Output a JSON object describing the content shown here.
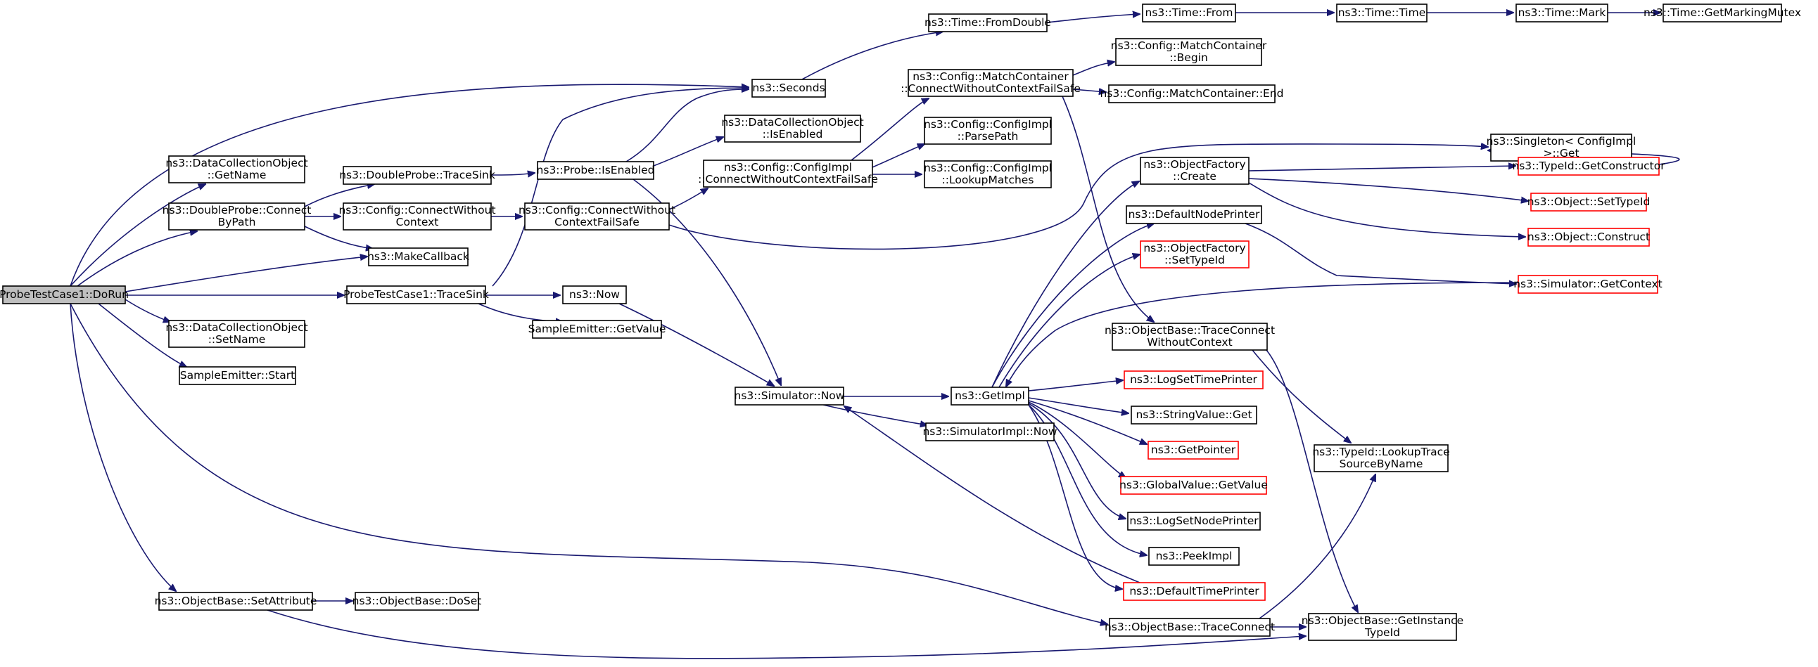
{
  "colors": {
    "edge": "#191970",
    "node_border": "#000000",
    "node_fill": "#ffffff",
    "root_fill": "#bfbfbf",
    "truncated_border": "#ff0000"
  },
  "nodes": [
    {
      "id": "dorun",
      "lines": [
        "ProbeTestCase1::DoRun"
      ],
      "style": "root"
    },
    {
      "id": "seconds",
      "lines": [
        "ns3::Seconds"
      ]
    },
    {
      "id": "dco_getname",
      "lines": [
        "ns3::DataCollectionObject",
        "::GetName"
      ]
    },
    {
      "id": "dp_connect",
      "lines": [
        "ns3::DoubleProbe::Connect",
        "ByPath"
      ]
    },
    {
      "id": "makecallback",
      "lines": [
        "ns3::MakeCallback"
      ]
    },
    {
      "id": "ptc_tracesink",
      "lines": [
        "ProbeTestCase1::TraceSink"
      ]
    },
    {
      "id": "dco_setname",
      "lines": [
        "ns3::DataCollectionObject",
        "::SetName"
      ]
    },
    {
      "id": "se_start",
      "lines": [
        "SampleEmitter::Start"
      ]
    },
    {
      "id": "ob_setattr",
      "lines": [
        "ns3::ObjectBase::SetAttribute"
      ]
    },
    {
      "id": "ob_traceconnect",
      "lines": [
        "ns3::ObjectBase::TraceConnect"
      ]
    },
    {
      "id": "dp_tracesink",
      "lines": [
        "ns3::DoubleProbe::TraceSink"
      ]
    },
    {
      "id": "cfg_cwc",
      "lines": [
        "ns3::Config::ConnectWithout",
        "Context"
      ]
    },
    {
      "id": "probe_isenabled",
      "lines": [
        "ns3::Probe::IsEnabled"
      ]
    },
    {
      "id": "cfg_cwcfs",
      "lines": [
        "ns3::Config::ConnectWithout",
        "ContextFailSafe"
      ]
    },
    {
      "id": "singleton_get",
      "lines": [
        "ns3::Singleton< ConfigImpl",
        " >::Get"
      ]
    },
    {
      "id": "cfgimpl_cwcfs",
      "lines": [
        "ns3::Config::ConfigImpl",
        "::ConnectWithoutContextFailSafe"
      ]
    },
    {
      "id": "mc_cwcfs",
      "lines": [
        "ns3::Config::MatchContainer",
        "::ConnectWithoutContextFailSafe"
      ]
    },
    {
      "id": "cfgimpl_parsepath",
      "lines": [
        "ns3::Config::ConfigImpl",
        "::ParsePath"
      ]
    },
    {
      "id": "cfgimpl_lookup",
      "lines": [
        "ns3::Config::ConfigImpl",
        "::LookupMatches"
      ]
    },
    {
      "id": "mc_begin",
      "lines": [
        "ns3::Config::MatchContainer",
        "::Begin"
      ]
    },
    {
      "id": "mc_end",
      "lines": [
        "ns3::Config::MatchContainer::End"
      ]
    },
    {
      "id": "ob_tcwc",
      "lines": [
        "ns3::ObjectBase::TraceConnect",
        "WithoutContext"
      ]
    },
    {
      "id": "typeid_lookup",
      "lines": [
        "ns3::TypeId::LookupTrace",
        "SourceByName"
      ]
    },
    {
      "id": "ob_getinstance",
      "lines": [
        "ns3::ObjectBase::GetInstance",
        "TypeId"
      ]
    },
    {
      "id": "ob_doset",
      "lines": [
        "ns3::ObjectBase::DoSet"
      ]
    },
    {
      "id": "dco_isenabled",
      "lines": [
        "ns3::DataCollectionObject",
        "::IsEnabled"
      ]
    },
    {
      "id": "now",
      "lines": [
        "ns3::Now"
      ]
    },
    {
      "id": "se_getvalue",
      "lines": [
        "SampleEmitter::GetValue"
      ]
    },
    {
      "id": "sim_now",
      "lines": [
        "ns3::Simulator::Now"
      ]
    },
    {
      "id": "time_fromdouble",
      "lines": [
        "ns3::Time::FromDouble"
      ]
    },
    {
      "id": "time_from",
      "lines": [
        "ns3::Time::From"
      ]
    },
    {
      "id": "time_time",
      "lines": [
        "ns3::Time::Time"
      ]
    },
    {
      "id": "time_mark",
      "lines": [
        "ns3::Time::Mark"
      ]
    },
    {
      "id": "time_getmutex",
      "lines": [
        "ns3::Time::GetMarkingMutex"
      ]
    },
    {
      "id": "getimpl",
      "lines": [
        "ns3::GetImpl"
      ]
    },
    {
      "id": "simimpl_now",
      "lines": [
        "ns3::SimulatorImpl::Now"
      ]
    },
    {
      "id": "of_create",
      "lines": [
        "ns3::ObjectFactory",
        "::Create"
      ]
    },
    {
      "id": "defaultnodeprinter",
      "lines": [
        "ns3::DefaultNodePrinter"
      ]
    },
    {
      "id": "of_settypeid",
      "lines": [
        "ns3::ObjectFactory",
        "::SetTypeId"
      ],
      "style": "truncated"
    },
    {
      "id": "logsettimeprinter",
      "lines": [
        "ns3::LogSetTimePrinter"
      ],
      "style": "truncated"
    },
    {
      "id": "stringvalue_get",
      "lines": [
        "ns3::StringValue::Get"
      ]
    },
    {
      "id": "getpointer",
      "lines": [
        "ns3::GetPointer"
      ],
      "style": "truncated"
    },
    {
      "id": "gv_getvalue",
      "lines": [
        "ns3::GlobalValue::GetValue"
      ],
      "style": "truncated"
    },
    {
      "id": "logsetnodeprinter",
      "lines": [
        "ns3::LogSetNodePrinter"
      ]
    },
    {
      "id": "peekimpl",
      "lines": [
        "ns3::PeekImpl"
      ]
    },
    {
      "id": "defaulttimeprinter",
      "lines": [
        "ns3::DefaultTimePrinter"
      ],
      "style": "truncated"
    },
    {
      "id": "typeid_getctor",
      "lines": [
        "ns3::TypeId::GetConstructor"
      ],
      "style": "truncated"
    },
    {
      "id": "object_settypeid",
      "lines": [
        "ns3::Object::SetTypeId"
      ],
      "style": "truncated"
    },
    {
      "id": "object_construct",
      "lines": [
        "ns3::Object::Construct"
      ],
      "style": "truncated"
    },
    {
      "id": "sim_getcontext",
      "lines": [
        "ns3::Simulator::GetContext"
      ],
      "style": "truncated"
    }
  ]
}
